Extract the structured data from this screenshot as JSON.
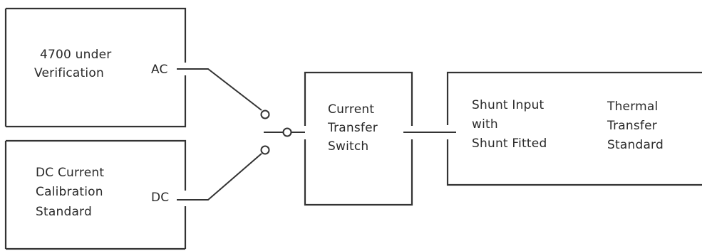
{
  "blocks": {
    "uut": {
      "line1": "4700 under",
      "line2": "Verification",
      "port": "AC"
    },
    "dc_std": {
      "line1": "DC Current",
      "line2": "Calibration",
      "line3": "Standard",
      "port": "DC"
    },
    "switch": {
      "line1": "Current",
      "line2": "Transfer",
      "line3": "Switch"
    },
    "shunt_input": {
      "line1": "Shunt Input",
      "line2": "with",
      "line3": "Shunt Fitted"
    },
    "thermal_std": {
      "line1": "Thermal",
      "line2": "Transfer",
      "line3": "Standard"
    }
  }
}
